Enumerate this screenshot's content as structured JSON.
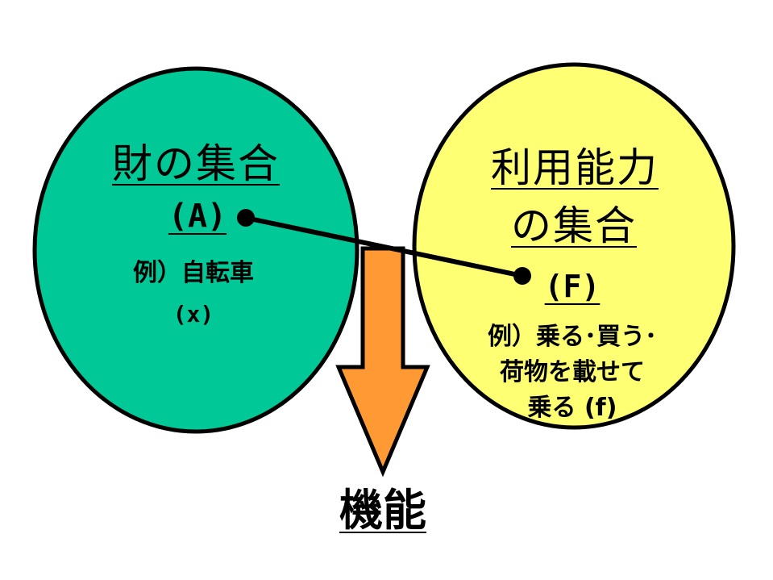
{
  "colors": {
    "left_set_fill": "#00c896",
    "right_set_fill": "#ffff73",
    "arrow_fill": "#ff9933",
    "stroke": "#000000"
  },
  "left_set": {
    "title": "財の集合",
    "code": "(A)",
    "example": "例）自転車",
    "variable": "(x)"
  },
  "right_set": {
    "title_line1": "利用能力",
    "title_line2": "の集合",
    "code": "(F)",
    "example_line1": "例）乗る･買う･",
    "example_line2": "荷物を載せて",
    "example_line3": "乗る (f)"
  },
  "arrow": {
    "direction": "down",
    "label": "機能"
  },
  "connector": {
    "from": "left_set.code",
    "to": "right_set.code"
  }
}
